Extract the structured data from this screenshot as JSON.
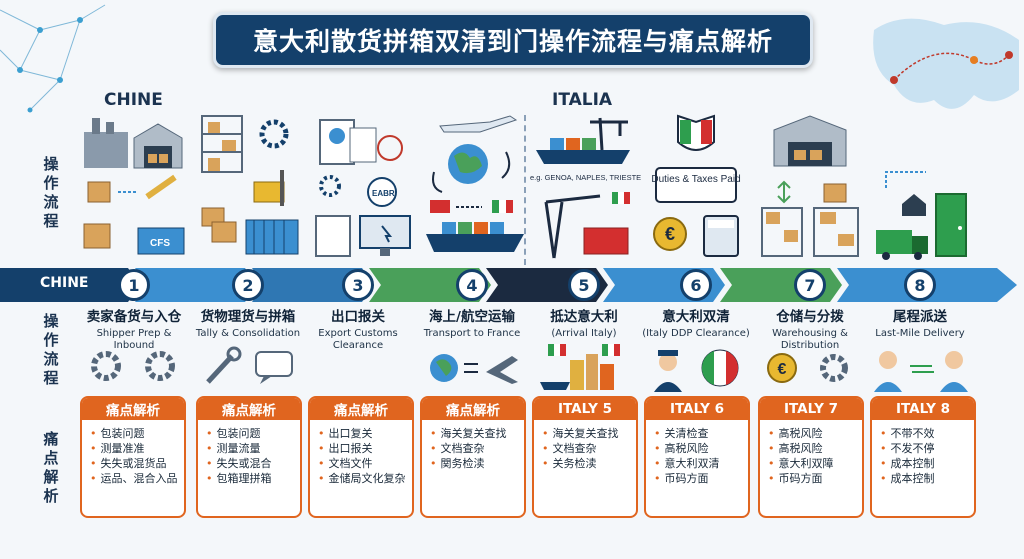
{
  "title": "意大利散货拼箱双清到门操作流程与痛点解析",
  "regions": {
    "china": "CHINE",
    "italy": "ITALIA"
  },
  "row_labels": {
    "ops": "操作流程",
    "ops2": "操作流程",
    "pain": "痛点解析"
  },
  "timeline_label": "CHINE",
  "ops_annotations": {
    "ports": "e.g. GENOA, NAPLES, TRIESTE",
    "duties": "Duties & Taxes Paid",
    "cfs": "CFS",
    "eabr": "EABR"
  },
  "steps": [
    {
      "num": "1",
      "zh": "卖家备货与入仓",
      "en": "Shipper Prep & Inbound",
      "card_title": "痛点解析",
      "items": [
        "包装问题",
        "测量准准",
        "失失或混货品",
        "运品、混合入品"
      ]
    },
    {
      "num": "2",
      "zh": "货物理货与拼箱",
      "en": "Tally & Consolidation",
      "card_title": "痛点解析",
      "items": [
        "包装问题",
        "测量流量",
        "失失或混合",
        "包箱理拼箱"
      ]
    },
    {
      "num": "3",
      "zh": "出口报关",
      "en": "Export Customs Clearance",
      "card_title": "痛点解析",
      "items": [
        "出口复关",
        "出口报关",
        "文档文件",
        "金储局文化复杂"
      ]
    },
    {
      "num": "4",
      "zh": "海上/航空运输",
      "en": "Transport to France",
      "card_title": "痛点解析",
      "items": [
        "海关复关查找",
        "文档查杂",
        "関务检渎"
      ]
    },
    {
      "num": "5",
      "zh": "抵达意大利",
      "en": "(Arrival Italy)",
      "card_title": "ITALY 5",
      "items": [
        "海关复关查找",
        "文档查杂",
        "关务检渎"
      ]
    },
    {
      "num": "6",
      "zh": "意大利双清",
      "en": "(Italy DDP Clearance)",
      "card_title": "ITALY 6",
      "items": [
        "关清检查",
        "高税风险",
        "意大利双清",
        "币码方面"
      ]
    },
    {
      "num": "7",
      "zh": "仓储与分拨",
      "en": "Warehousing & Distribution",
      "card_title": "ITALY 7",
      "items": [
        "高税风险",
        "高税风险",
        "意大利双障",
        "币码方面"
      ]
    },
    {
      "num": "8",
      "zh": "尾程派送",
      "en": "Last-Mile Delivery",
      "card_title": "ITALY 8",
      "items": [
        "不带不效",
        "不发不停",
        "成本控制",
        "成本控制"
      ]
    }
  ],
  "colors": {
    "navy": "#14406b",
    "orange": "#e0651f",
    "blue": "#3b8fd0",
    "green": "#4aa05a",
    "dark": "#1b2a40"
  }
}
